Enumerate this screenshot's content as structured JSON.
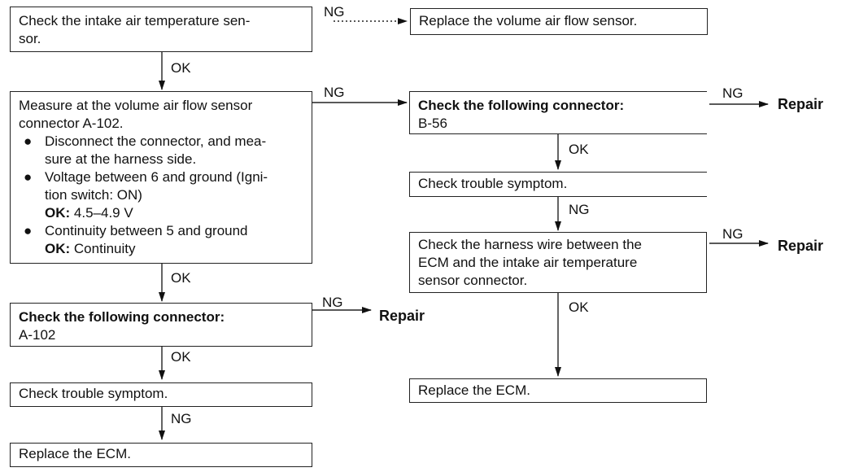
{
  "boxes": {
    "b1": "Check the intake air temperature sen-\nsor.",
    "b2": "Replace the volume air flow sensor.",
    "b3_l1": "Measure at the volume air flow sensor",
    "b3_l2": "connector A-102.",
    "b3_bul1": "Disconnect the connector, and mea-\nsure at the harness side.",
    "b3_bul2": "Voltage between 6 and ground (Igni-\ntion switch: ON)",
    "b3_ok1_label": "OK:",
    "b3_ok1_value": "4.5–4.9 V",
    "b3_bul3": "Continuity between 5 and ground",
    "b3_ok2_label": "OK:",
    "b3_ok2_value": "Continuity",
    "b4_title": "Check the following connector:",
    "b4_sub": "A-102",
    "b5": "Check trouble symptom.",
    "b6": "Replace the ECM.",
    "b7_title": "Check the following connector:",
    "b7_sub": "B-56",
    "b8": "Check trouble symptom.",
    "b9": "Check the harness wire between the\nECM and the intake air temperature\nsensor connector.",
    "b10": "Replace the ECM."
  },
  "bullet_glyph": "●",
  "labels": {
    "ng1": "NG",
    "ok1": "OK",
    "ng2": "NG",
    "ok2": "OK",
    "ng3": "NG",
    "ok3": "OK",
    "ng4": "NG",
    "ng5": "NG",
    "ok4": "OK",
    "ng6": "NG",
    "ng7": "NG",
    "ok5": "OK"
  },
  "repair": {
    "r1": "Repair",
    "r2": "Repair",
    "r3": "Repair"
  }
}
